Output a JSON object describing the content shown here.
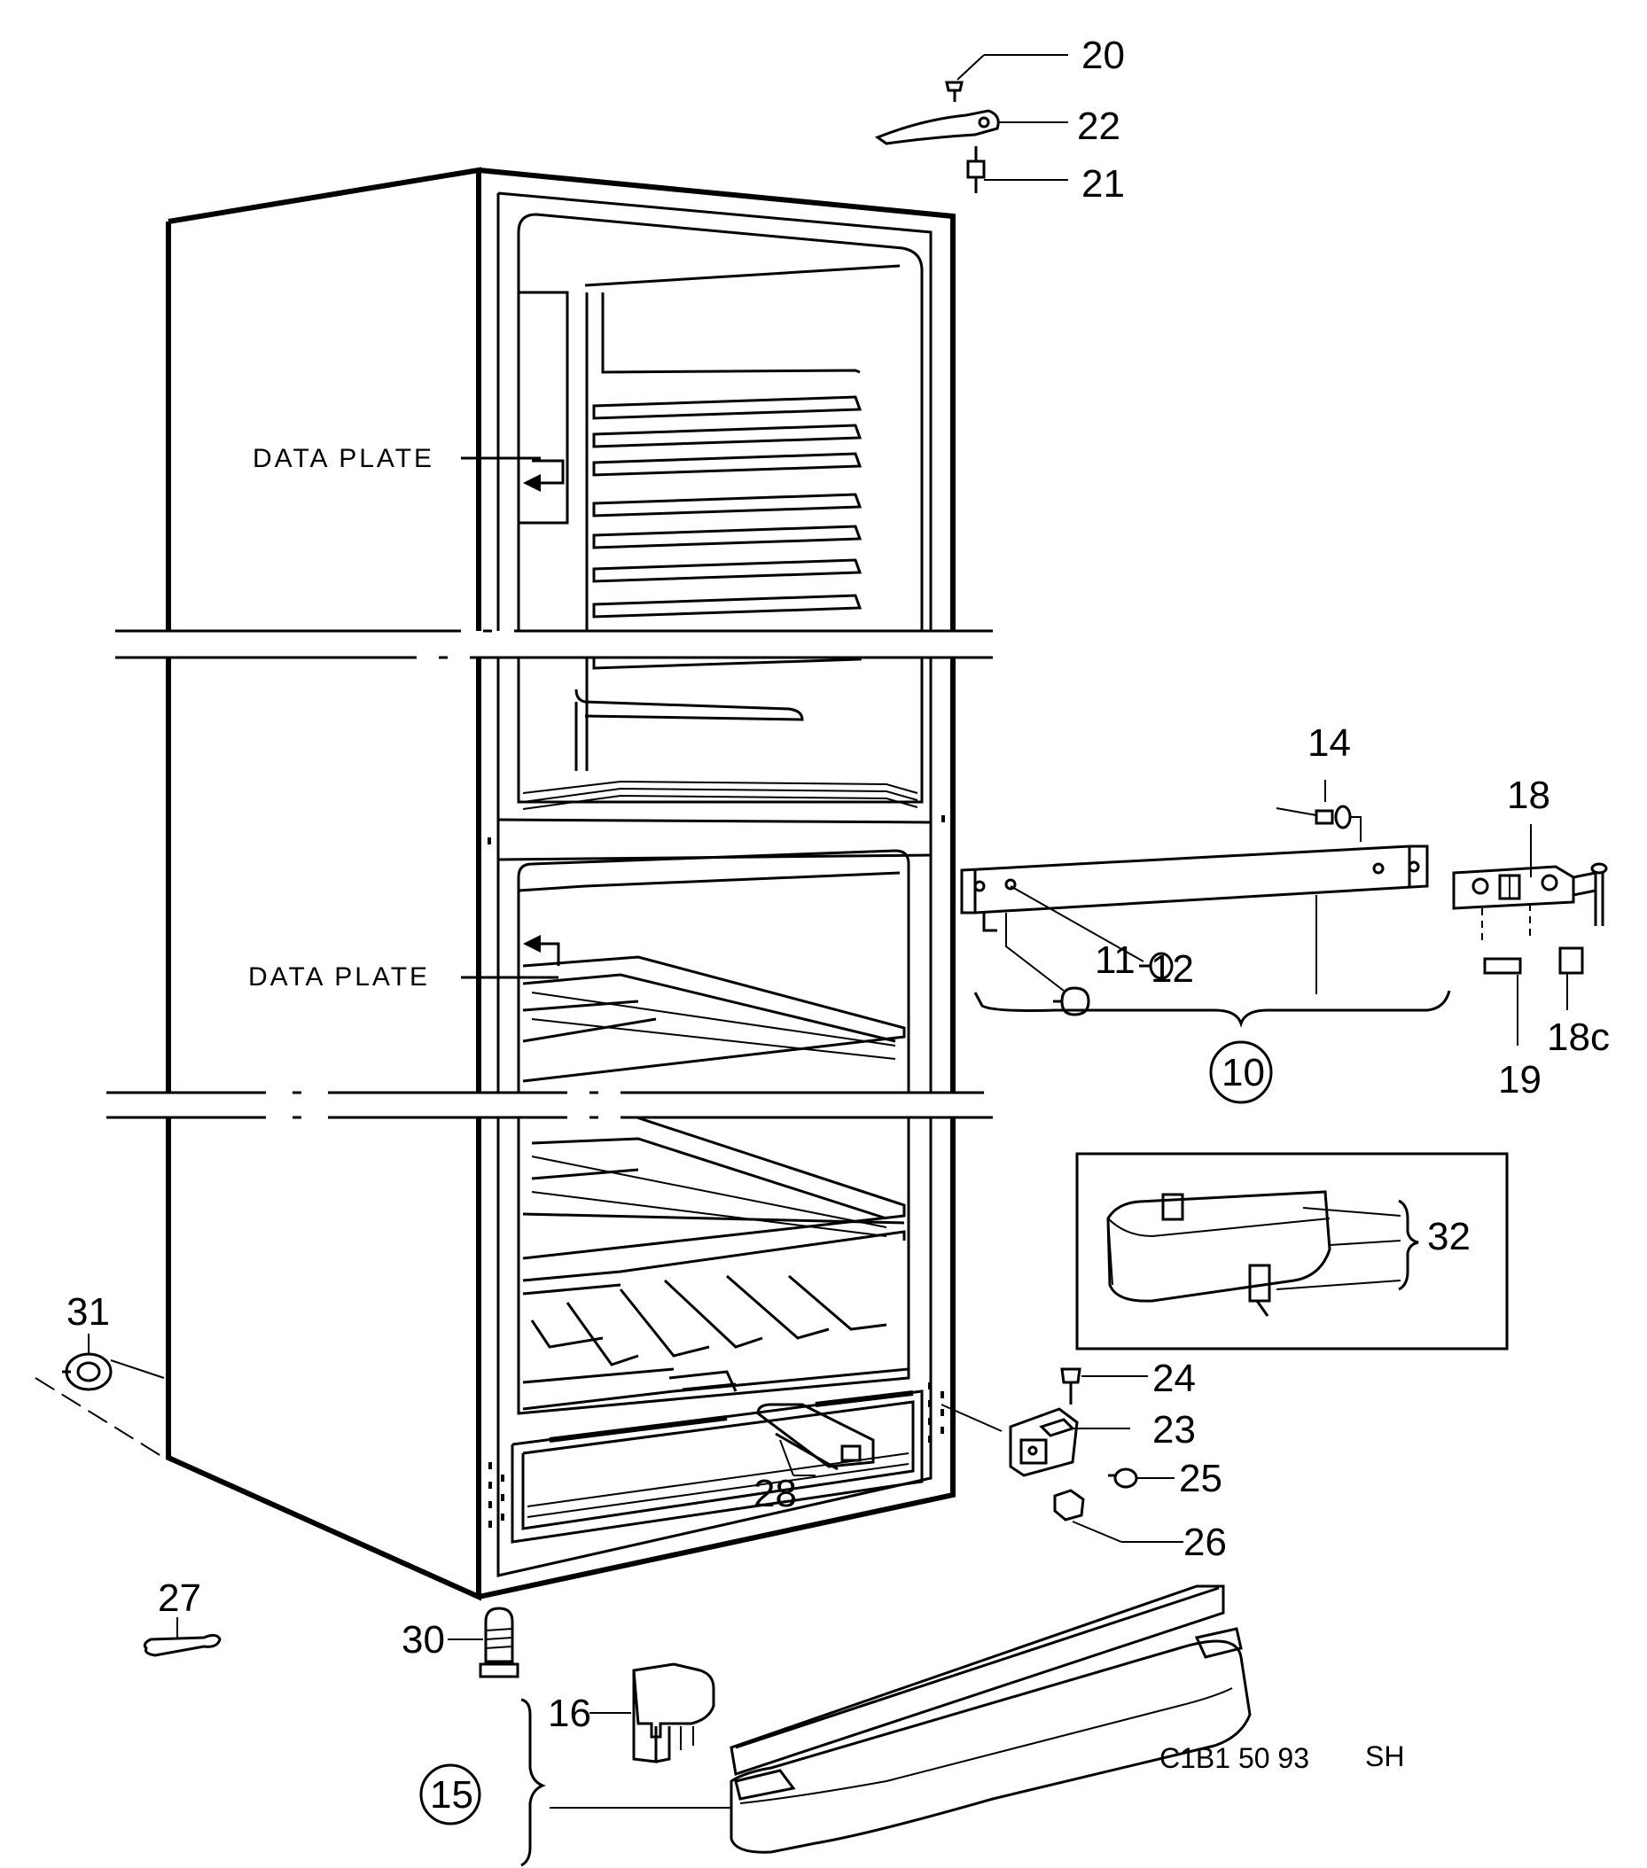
{
  "diagram": {
    "data_plate_upper": "DATA PLATE",
    "data_plate_lower": "DATA PLATE",
    "drawing_code": "C1B1 50 93",
    "drawing_code_suffix": "SH",
    "callouts": {
      "p20": "20",
      "p22": "22",
      "p21": "21",
      "p14": "14",
      "p18": "18",
      "p11": "11",
      "p12": "12",
      "p18c": "18c",
      "p19": "19",
      "p10": "10",
      "p32": "32",
      "p31": "31",
      "p24": "24",
      "p23": "23",
      "p25": "25",
      "p28": "28",
      "p26": "26",
      "p27": "27",
      "p30": "30",
      "p16": "16",
      "p15": "15"
    }
  }
}
